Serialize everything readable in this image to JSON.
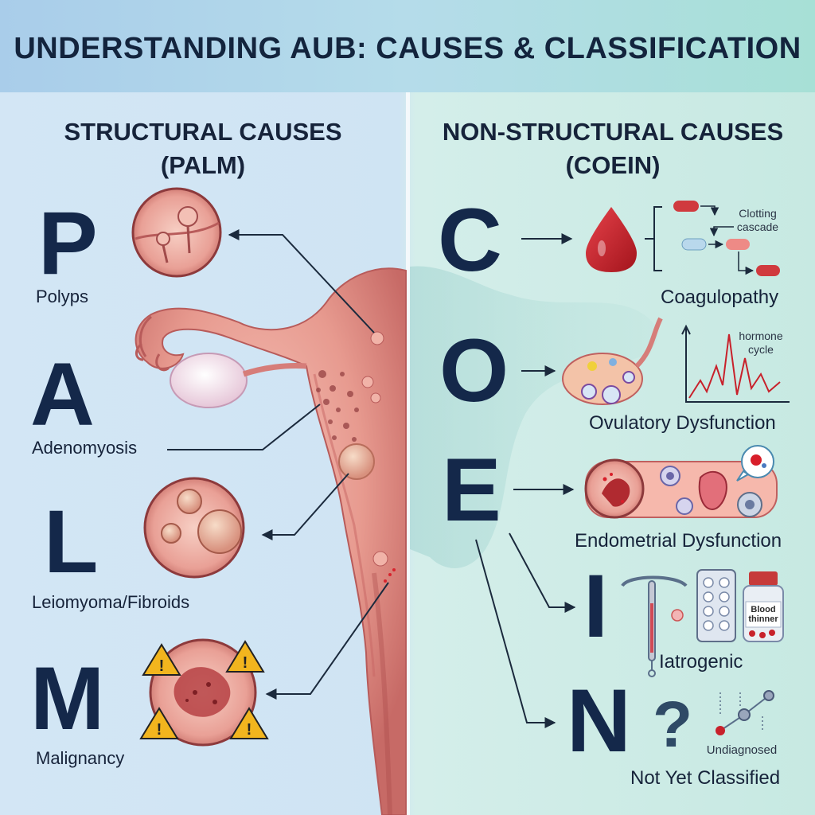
{
  "title": "UNDERSTANDING AUB: CAUSES & CLASSIFICATION",
  "structural": {
    "heading_line1": "STRUCTURAL CAUSES",
    "heading_line2": "(PALM)",
    "items": [
      {
        "letter": "P",
        "label": "Polyps"
      },
      {
        "letter": "A",
        "label": "Adenomyosis"
      },
      {
        "letter": "L",
        "label": "Leiomyoma/Fibroids"
      },
      {
        "letter": "M",
        "label": "Malignancy"
      }
    ]
  },
  "non_structural": {
    "heading_line1": "NON-STRUCTURAL CAUSES",
    "heading_line2": "(COEIN)",
    "items": [
      {
        "letter": "C",
        "label": "Coagulopathy"
      },
      {
        "letter": "O",
        "label": "Ovulatory Dysfunction"
      },
      {
        "letter": "E",
        "label": "Endometrial Dysfunction"
      },
      {
        "letter": "I",
        "label": "Iatrogenic"
      },
      {
        "letter": "N",
        "label": "Not Yet Classified"
      }
    ],
    "annotations": {
      "clotting": "Clotting cascade",
      "hormone": "hormone cycle",
      "blood_thinner": "Blood thinner",
      "undiagnosed": "Undiagnosed"
    }
  },
  "colors": {
    "letter": "#14284a",
    "tissue": "#e9928e",
    "tissue_dark": "#c0605f",
    "blood": "#c8212b",
    "left_bg": "#cfe4f3",
    "right_bg": "#c7e9e2"
  }
}
